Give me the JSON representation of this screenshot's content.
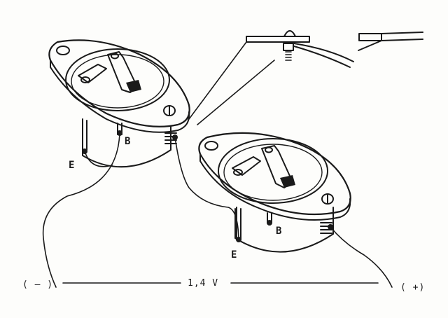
{
  "labels": {
    "left_emitter": "E",
    "left_base": "B",
    "right_emitter": "E",
    "right_base": "B",
    "negative_terminal": "( – )",
    "voltage": "1,4 V",
    "positive_terminal": "( +)"
  },
  "colors": {
    "ink": "#1a1a1a",
    "paper": "#fdfdfb",
    "case_fill": "#ffffff"
  },
  "components": [
    "transistor-to3-left",
    "transistor-to3-right",
    "mounting-detail-inset"
  ]
}
